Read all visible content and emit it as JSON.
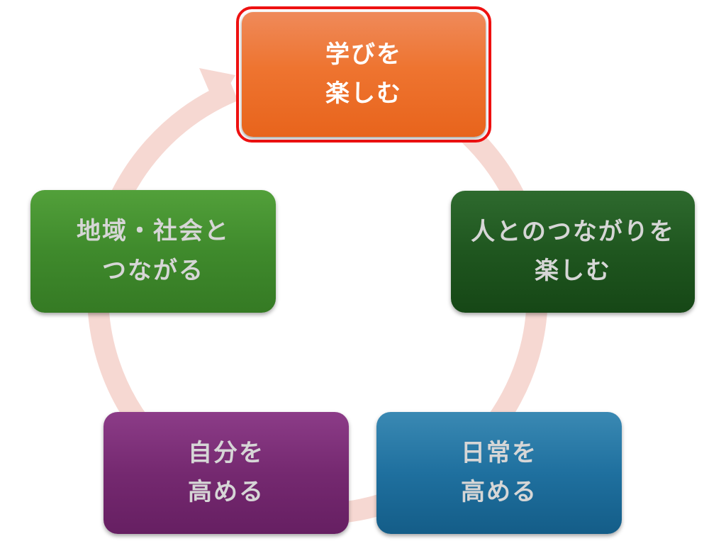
{
  "diagram": {
    "ring_color": "#f6d8d2",
    "nodes": [
      {
        "id": "top",
        "lines": [
          "学びを",
          "楽しむ"
        ],
        "color": "#ee7430",
        "highlight_border": "#ee1111"
      },
      {
        "id": "right",
        "lines": [
          "人とのつながりを",
          "楽しむ"
        ],
        "color": "#1f561f"
      },
      {
        "id": "bottom_right",
        "lines": [
          "日常を",
          "高める"
        ],
        "color": "#1f709f"
      },
      {
        "id": "bottom_left",
        "lines": [
          "自分を",
          "高める"
        ],
        "color": "#752970"
      },
      {
        "id": "left",
        "lines": [
          "地域・社会と",
          "つながる"
        ],
        "color": "#3f8a2c"
      }
    ]
  }
}
